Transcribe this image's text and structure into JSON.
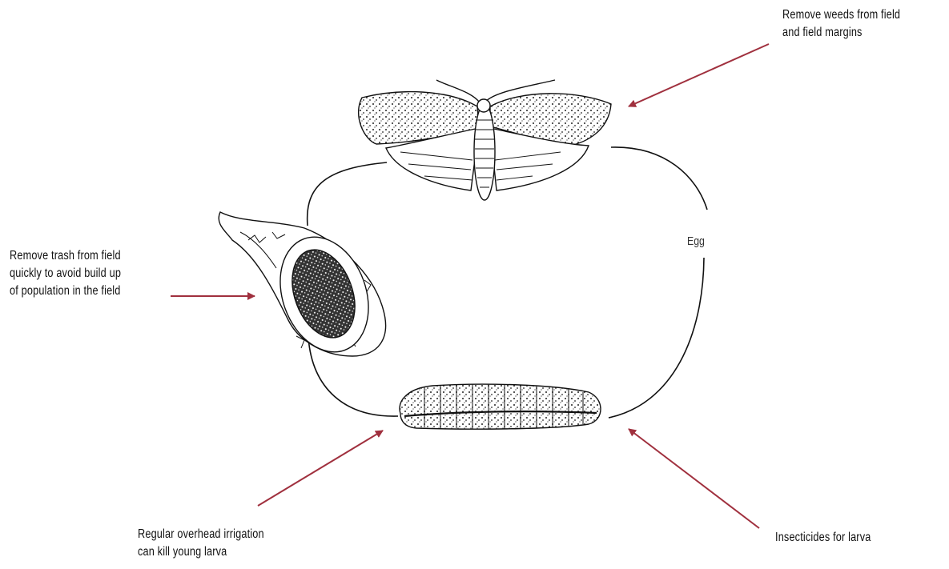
{
  "annotations": {
    "weeds": "Remove weeds from field\nand field margins",
    "trash": "Remove trash from field\nquickly to avoid build up\nof population in the field",
    "irrigation": "Regular overhead irrigation\ncan kill young larva",
    "insecticides": "Insecticides for larva"
  },
  "stages": {
    "egg": "Egg"
  },
  "colors": {
    "arrow": "#a0303e",
    "lines": "#111111"
  },
  "icons": [
    "moth-icon",
    "pupa-icon",
    "larva-icon"
  ]
}
